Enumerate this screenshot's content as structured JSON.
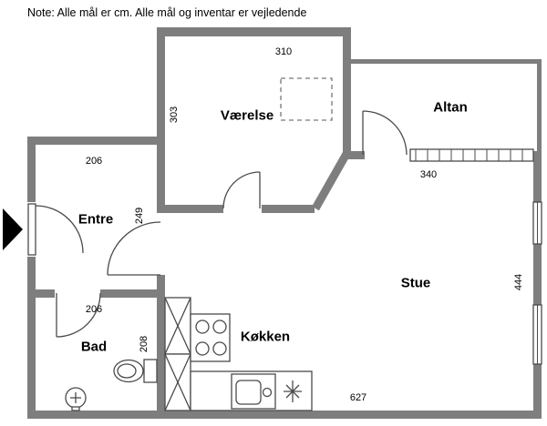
{
  "note": "Note: Alle mål er cm. Alle mål og inventar er vejledende",
  "rooms": {
    "vaerelse": {
      "label": "Værelse",
      "width": "310",
      "depth": "303"
    },
    "altan": {
      "label": "Altan",
      "width": "340"
    },
    "entre": {
      "label": "Entre",
      "width": "206",
      "depth": "249"
    },
    "stue": {
      "label": "Stue",
      "width": "627",
      "depth": "444"
    },
    "bad": {
      "label": "Bad",
      "width": "206",
      "depth": "208"
    },
    "koekken": {
      "label": "Køkken"
    }
  },
  "colors": {
    "wall": "#7e7e7e",
    "line": "#4a4a4a",
    "text": "#000000"
  }
}
